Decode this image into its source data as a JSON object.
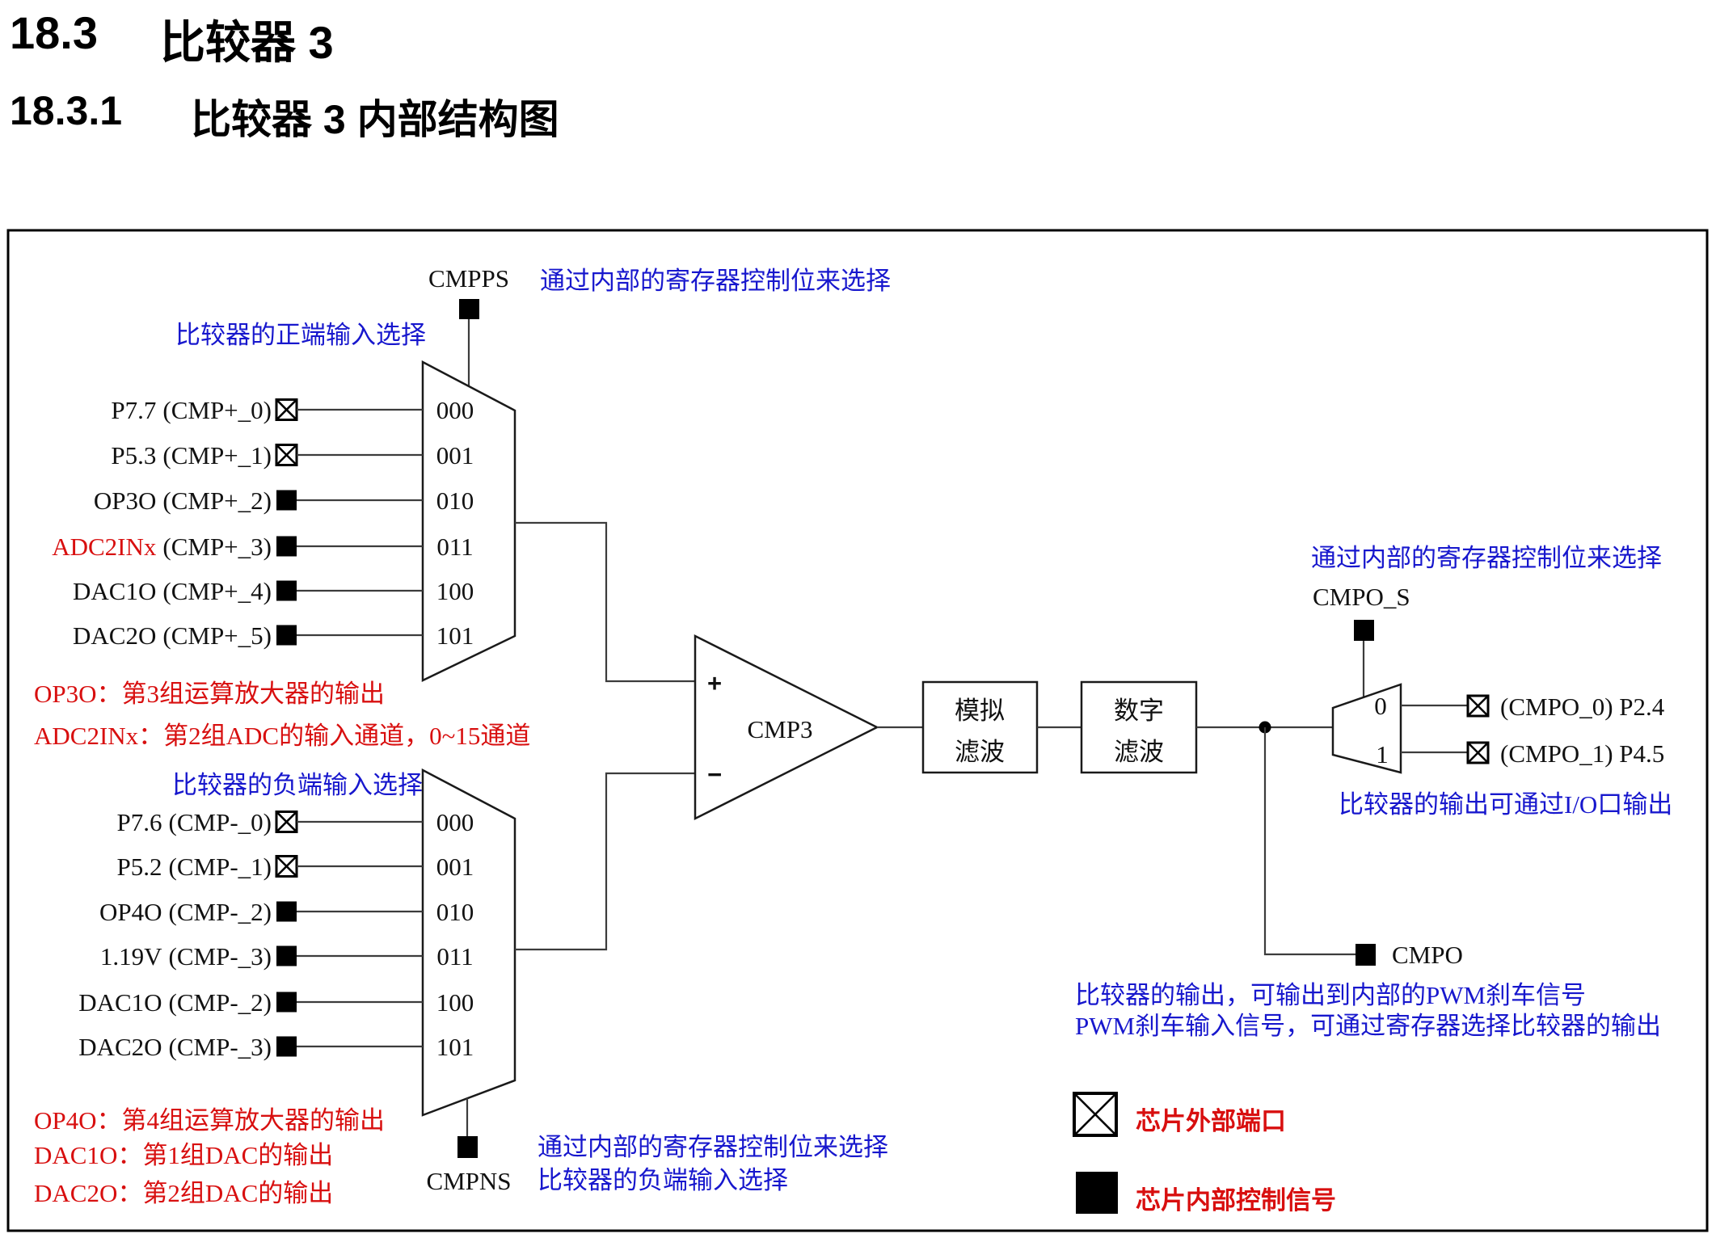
{
  "colors": {
    "blue": "#1717cd",
    "red": "#d80f0f"
  },
  "page": {
    "section_number": "18.3",
    "section_title": "比较器 3",
    "subsection_number": "18.3.1",
    "subsection_title": "比较器 3 内部结构图"
  },
  "diagram": {
    "cmpps": {
      "label": "CMPPS",
      "note": "通过内部的寄存器控制位来选择"
    },
    "pos_select_note": "比较器的正端输入选择",
    "neg_select_note": "比较器的负端输入选择",
    "mux_codes": [
      "000",
      "001",
      "010",
      "011",
      "100",
      "101"
    ],
    "pos_inputs": [
      {
        "signal": "P7.7",
        "pin": "(CMP+_0)",
        "port": "external"
      },
      {
        "signal": "P5.3",
        "pin": "(CMP+_1)",
        "port": "external"
      },
      {
        "signal": "OP3O",
        "pin": "(CMP+_2)",
        "port": "internal"
      },
      {
        "signal": "ADC2INx",
        "pin": "(CMP+_3)",
        "port": "internal"
      },
      {
        "signal": "DAC1O",
        "pin": "(CMP+_4)",
        "port": "internal"
      },
      {
        "signal": "DAC2O",
        "pin": "(CMP+_5)",
        "port": "internal"
      }
    ],
    "neg_inputs": [
      {
        "signal": "P7.6",
        "pin": "(CMP-_0)",
        "port": "external"
      },
      {
        "signal": "P5.2",
        "pin": "(CMP-_1)",
        "port": "external"
      },
      {
        "signal": "OP4O",
        "pin": "(CMP-_2)",
        "port": "internal"
      },
      {
        "signal": "1.19V",
        "pin": "(CMP-_3)",
        "port": "internal"
      },
      {
        "signal": "DAC1O",
        "pin": "(CMP-_2)",
        "port": "internal"
      },
      {
        "signal": "DAC2O",
        "pin": "(CMP-_3)",
        "port": "internal"
      }
    ],
    "pos_notes": [
      "OP3O：第3组运算放大器的输出",
      "ADC2INx：第2组ADC的输入通道，0~15通道"
    ],
    "neg_notes": [
      "OP4O：第4组运算放大器的输出",
      "DAC1O：第1组DAC的输出",
      "DAC2O：第2组DAC的输出"
    ],
    "cmpns": {
      "label": "CMPNS",
      "note_line1": "通过内部的寄存器控制位来选择",
      "note_line2": "比较器的负端输入选择"
    },
    "comparator": {
      "label": "CMP3",
      "plus": "+",
      "minus": "−"
    },
    "analog_filter": {
      "line1": "模拟",
      "line2": "滤波"
    },
    "digital_filter": {
      "line1": "数字",
      "line2": "滤波"
    },
    "cmpo_s": {
      "label": "CMPO_S",
      "note": "通过内部的寄存器控制位来选择"
    },
    "demux_codes": [
      "0",
      "1"
    ],
    "outputs": [
      {
        "label": "(CMPO_0) P2.4"
      },
      {
        "label": "(CMPO_1) P4.5"
      }
    ],
    "io_note": "比较器的输出可通过I/O口输出",
    "cmpo": {
      "label": "CMPO",
      "note_line1": "比较器的输出，可输出到内部的PWM刹车信号",
      "note_line2": "PWM刹车输入信号，可通过寄存器选择比较器的输出"
    },
    "legend": [
      {
        "label": "芯片外部端口"
      },
      {
        "label": "芯片内部控制信号"
      }
    ]
  }
}
